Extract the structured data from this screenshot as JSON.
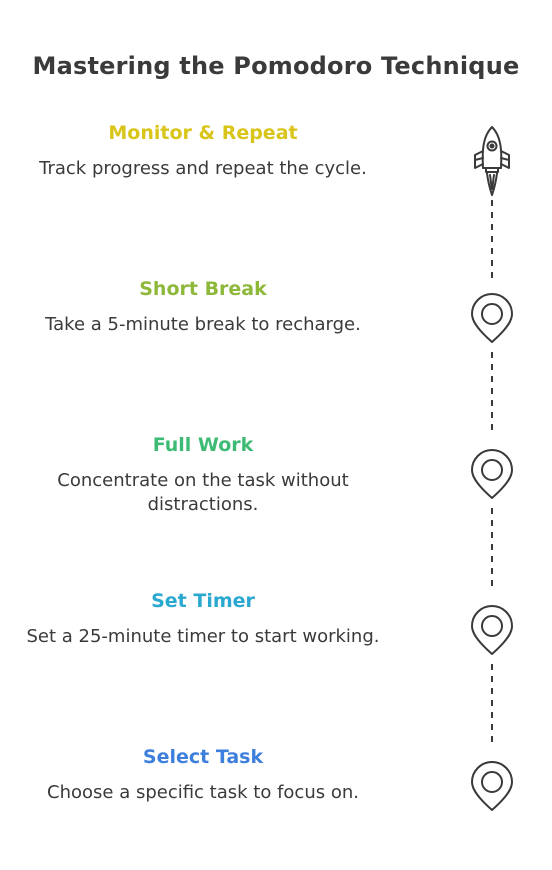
{
  "title": "Mastering the Pomodoro Technique",
  "steps": [
    {
      "title": "Monitor & Repeat",
      "description": "Track progress and repeat the cycle.",
      "color": "#d9c51a",
      "icon": "rocket-icon"
    },
    {
      "title": "Short Break",
      "description": "Take a 5-minute break to recharge.",
      "color": "#8db83a",
      "icon": "map-pin-icon"
    },
    {
      "title": "Full Work",
      "description": "Concentrate on the task without distractions.",
      "color": "#3dbb75",
      "icon": "map-pin-icon"
    },
    {
      "title": "Set Timer",
      "description": "Set a 25-minute timer to start working.",
      "color": "#2aa8cf",
      "icon": "map-pin-icon"
    },
    {
      "title": "Select Task",
      "description": "Choose a specific task to focus on.",
      "color": "#3d7fdc",
      "icon": "map-pin-icon"
    }
  ],
  "colors": {
    "text": "#3a3a3a",
    "stroke": "#3a3a3a"
  }
}
